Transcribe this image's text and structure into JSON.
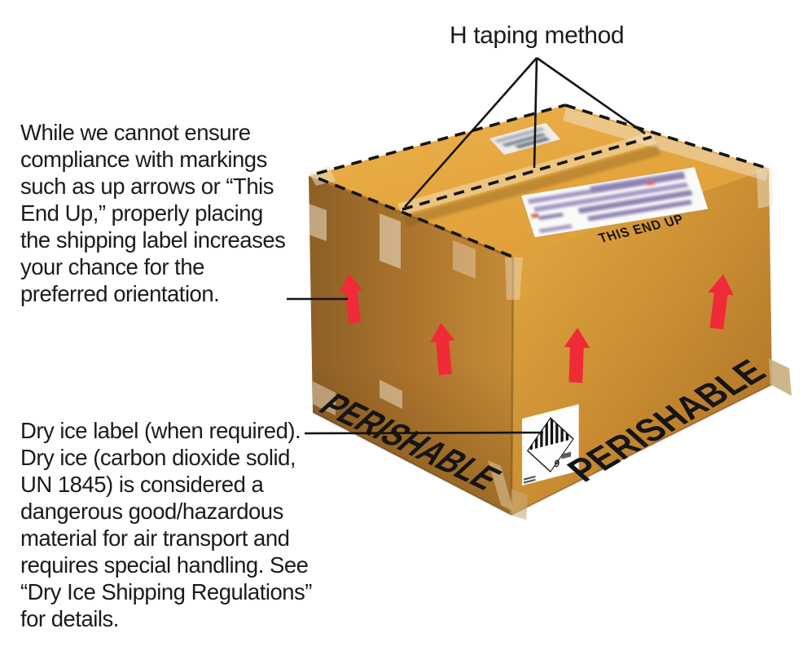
{
  "title": "H taping method",
  "annotations": {
    "placement_note": "While we cannot ensure\ncompliance with markings\nsuch as up arrows or “This\nEnd Up,” properly placing\nthe shipping label increases\nyour chance for the\npreferred orientation.",
    "dry_ice_note": "Dry ice label (when required).\nDry ice (carbon dioxide solid,\nUN 1845) is considered a\ndangerous good/hazardous\nmaterial for air transport and\nrequires special handling. See\n“Dry Ice Shipping Regulations”\nfor details."
  },
  "box": {
    "this_end_up": "THIS END UP",
    "perishable_left": "PERISHABLE",
    "perishable_right": "PERISHABLE",
    "dry_ice_class_number": "9"
  },
  "colors": {
    "box_orange_top": "#E4A73F",
    "box_orange_left": "#A9722C",
    "box_orange_right": "#CE9134",
    "arrow_red": "#EE2B36",
    "tape_tan": "#C9A876",
    "line_black": "#141414",
    "shipping_label_purple": "#8171AC"
  }
}
